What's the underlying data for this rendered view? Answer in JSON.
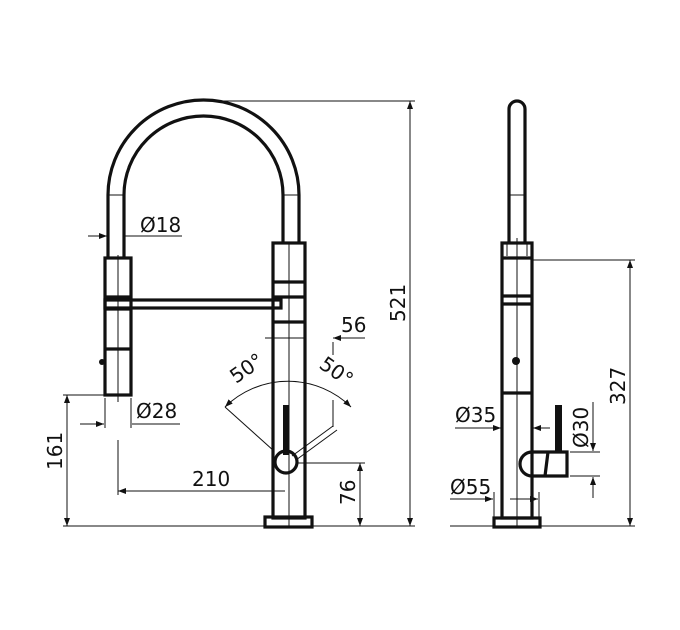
{
  "front_view": {
    "dimensions": {
      "height_total": "521",
      "spout_height": "161",
      "hose_diameter": "Ø18",
      "head_diameter": "Ø28",
      "reach": "210",
      "handle_height": "76",
      "body_offset": "56",
      "angle_left": "50°",
      "angle_right": "50°"
    }
  },
  "side_view": {
    "dimensions": {
      "body_height": "327",
      "body_diameter": "Ø35",
      "handle_diameter": "Ø30",
      "base_diameter": "Ø55"
    }
  },
  "colors": {
    "line": "#111111",
    "background": "#ffffff"
  }
}
